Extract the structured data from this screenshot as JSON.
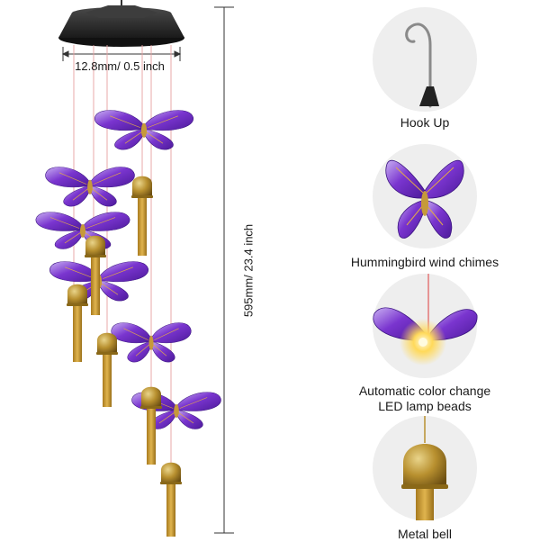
{
  "dimensions": {
    "width_label": "12.8mm/  0.5 inch",
    "height_label": "595mm/  23.4 inch"
  },
  "features": [
    {
      "id": "hook",
      "label": "Hook Up"
    },
    {
      "id": "butterfly",
      "label": "Hummingbird wind chimes"
    },
    {
      "id": "led",
      "label_line1": "Automatic color change",
      "label_line2": "LED lamp beads"
    },
    {
      "id": "bell",
      "label": "Metal bell"
    }
  ],
  "colors": {
    "purple": "#6a2bc4",
    "gold": "#b8902f",
    "solar_panel": "#2a2a2a",
    "string": "#e6a0a0",
    "circle_bg": "#eeeeee"
  }
}
